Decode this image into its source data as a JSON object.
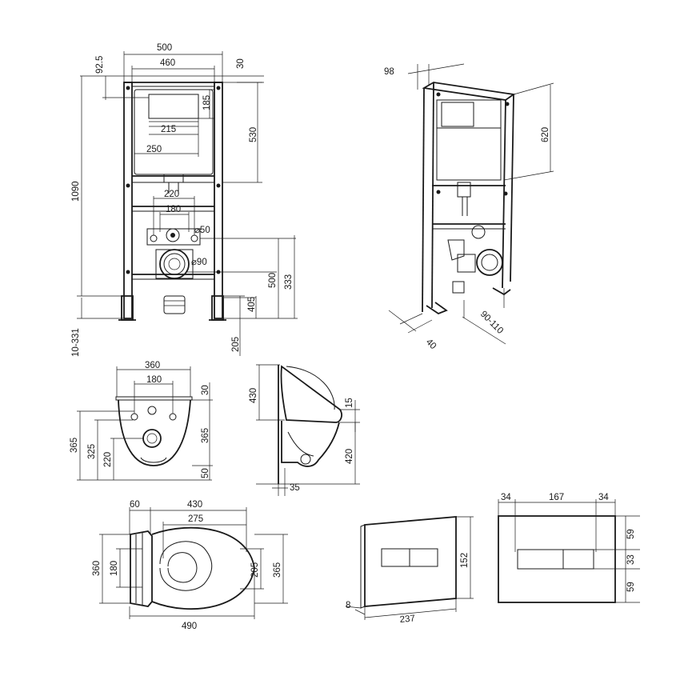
{
  "colors": {
    "line": "#1a1a1a",
    "background": "#ffffff"
  },
  "frame_front": {
    "w500": "500",
    "w460": "460",
    "off92": "92.5",
    "top30": "30",
    "h185": "185",
    "w215": "215",
    "w250": "250",
    "h530": "530",
    "h1090": "1090",
    "w220": "220",
    "w180": "180",
    "d50": "⌀50",
    "d90": "⌀90",
    "h500": "500",
    "h333": "333",
    "h405": "405",
    "h10_331": "10-331",
    "h205": "205"
  },
  "frame_side": {
    "d98": "98",
    "h620": "620",
    "d40": "40",
    "d90_110": "90-110"
  },
  "bowl_front": {
    "w360": "360",
    "w180": "180",
    "t30": "30",
    "h365a": "365",
    "h325": "325",
    "h220": "220",
    "h365b": "365",
    "b50": "50"
  },
  "bowl_side": {
    "h430": "430",
    "h15": "15",
    "h420": "420",
    "w35": "35"
  },
  "bowl_top": {
    "w60": "60",
    "w430": "430",
    "w275": "275",
    "h360": "360",
    "h180": "180",
    "h205": "205",
    "h365": "365",
    "w490": "490"
  },
  "plate_persp": {
    "h152": "152",
    "w237": "237",
    "d8": "8"
  },
  "plate_front": {
    "w34a": "34",
    "w167": "167",
    "w34b": "34",
    "h59a": "59",
    "h33": "33",
    "h59b": "59"
  }
}
